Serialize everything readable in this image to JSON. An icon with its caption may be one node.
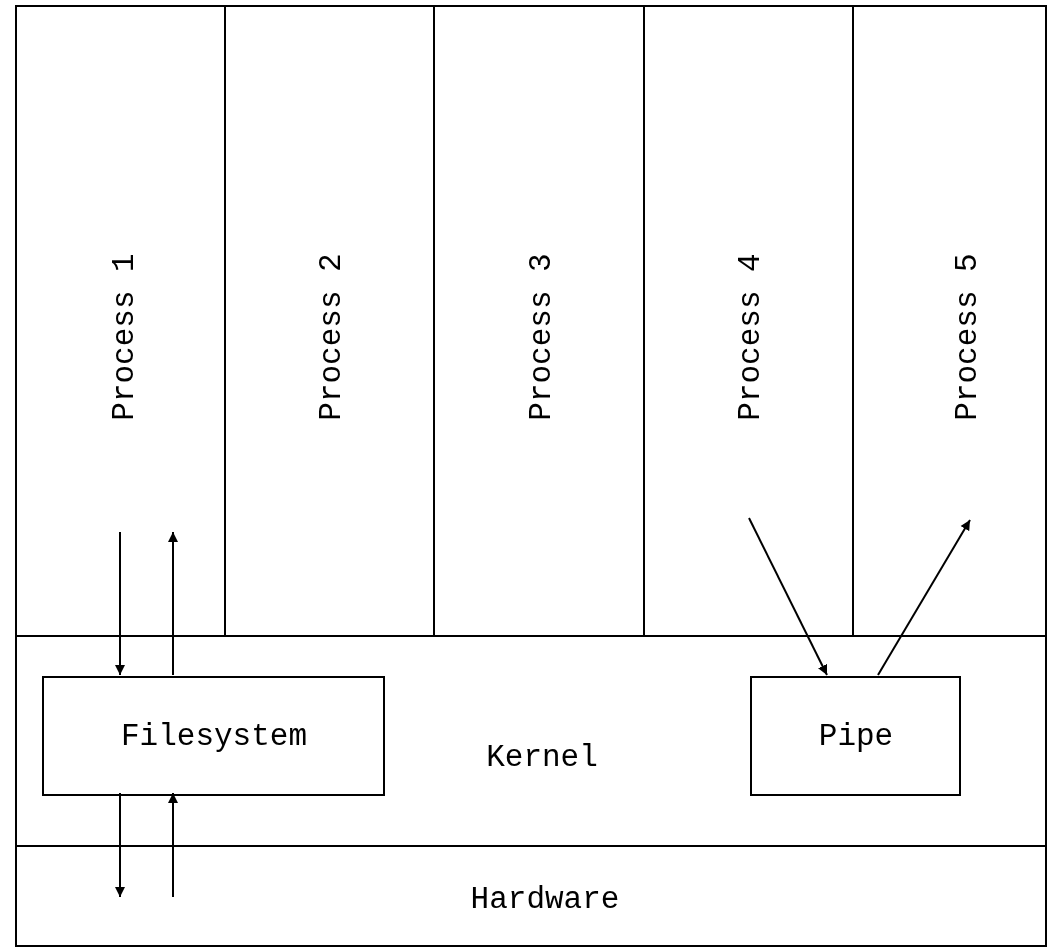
{
  "diagram": {
    "nodes": [
      {
        "text": [
          "Process 1"
        ]
      },
      {
        "text": [
          "Process 2"
        ]
      },
      {
        "text": [
          "Process 3"
        ]
      },
      {
        "text": [
          "Process 4"
        ]
      },
      {
        "text": [
          "Process 5"
        ]
      },
      {
        "text": [
          "Kernel"
        ]
      },
      {
        "text": [
          "Filesystem"
        ],
        "in": 5
      },
      {
        "text": [
          "Pipe"
        ],
        "in": 5
      },
      {
        "text": [
          "Hardware"
        ]
      }
    ],
    "edges": [
      {
        "from": 0,
        "to": 6,
        "arrow": "to"
      },
      {
        "from": 6,
        "to": 0,
        "arrow": "to"
      },
      {
        "from": 6,
        "to": 8,
        "arrow": "to"
      },
      {
        "from": 8,
        "to": 6,
        "arrow": "to"
      },
      {
        "from": 3,
        "to": 7,
        "arrow": "to"
      },
      {
        "from": 7,
        "to": 4,
        "arrow": "to"
      }
    ]
  }
}
